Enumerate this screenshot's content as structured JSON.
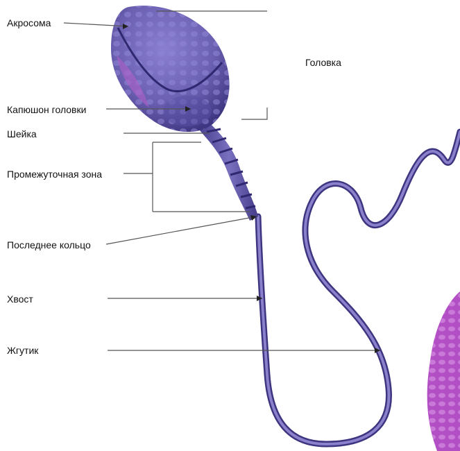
{
  "labels": {
    "acrosome": "Акросома",
    "head": "Головка",
    "head_cap": "Капюшон головки",
    "neck": "Шейка",
    "middle_piece": "Промежуточная зона",
    "last_ring": "Последнее кольцо",
    "tail": "Хвост",
    "flagellum": "Жгутик"
  },
  "colors": {
    "sperm_body": "#6a5fb0",
    "sperm_dark": "#3e3580",
    "sperm_light": "#9a90d6",
    "highlight_magenta": "#b060c8",
    "neighbor_cell": "#b34fc4",
    "leader_line": "#555555"
  }
}
